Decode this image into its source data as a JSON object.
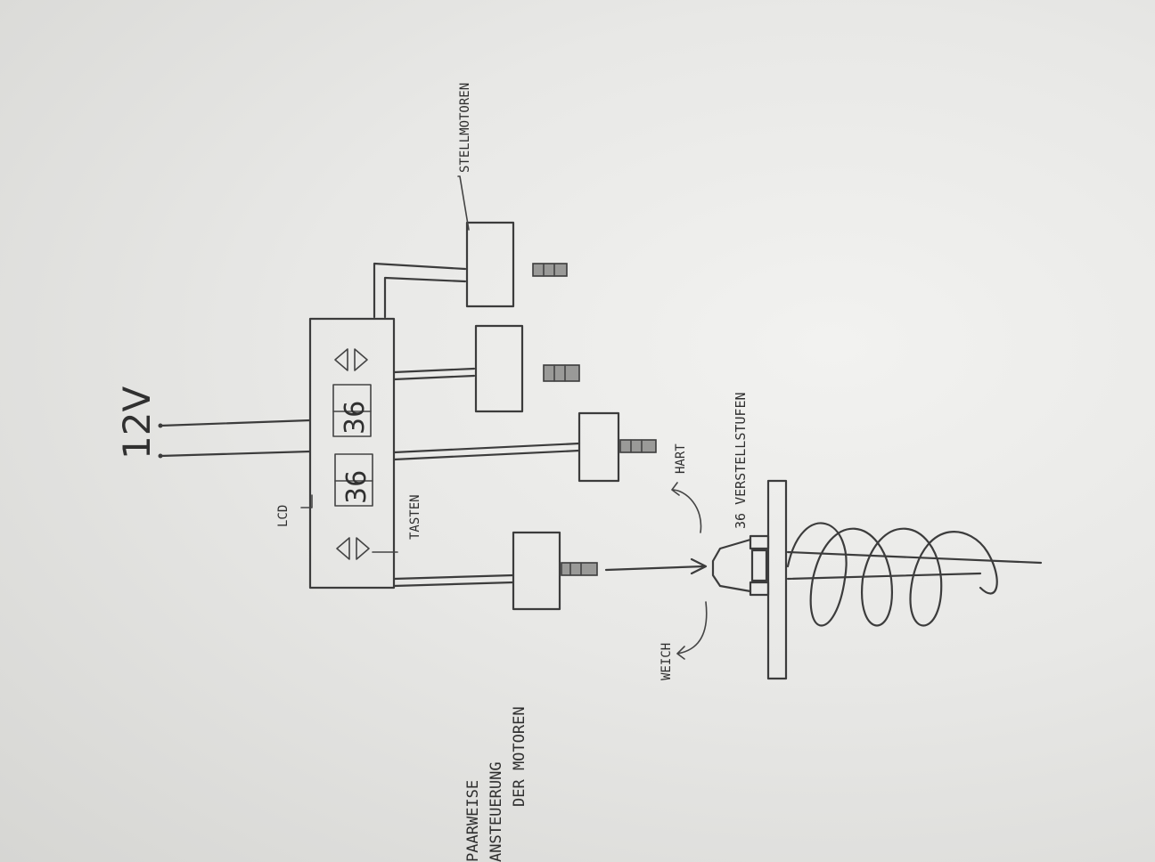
{
  "diagram": {
    "labels": {
      "voltage": "12V",
      "lcd": "LCD",
      "buttons": "TASTEN",
      "actuators": "STELLMOTOREN",
      "steps": "36 VERSTELLSTUFEN",
      "hard": "HART",
      "soft": "WEICH",
      "note_line1": "PAARWEISE",
      "note_line2": "ANSTEUERUNG",
      "note_line3": "DER MOTOREN"
    },
    "display": {
      "left_value": "36",
      "right_value": "36"
    }
  }
}
